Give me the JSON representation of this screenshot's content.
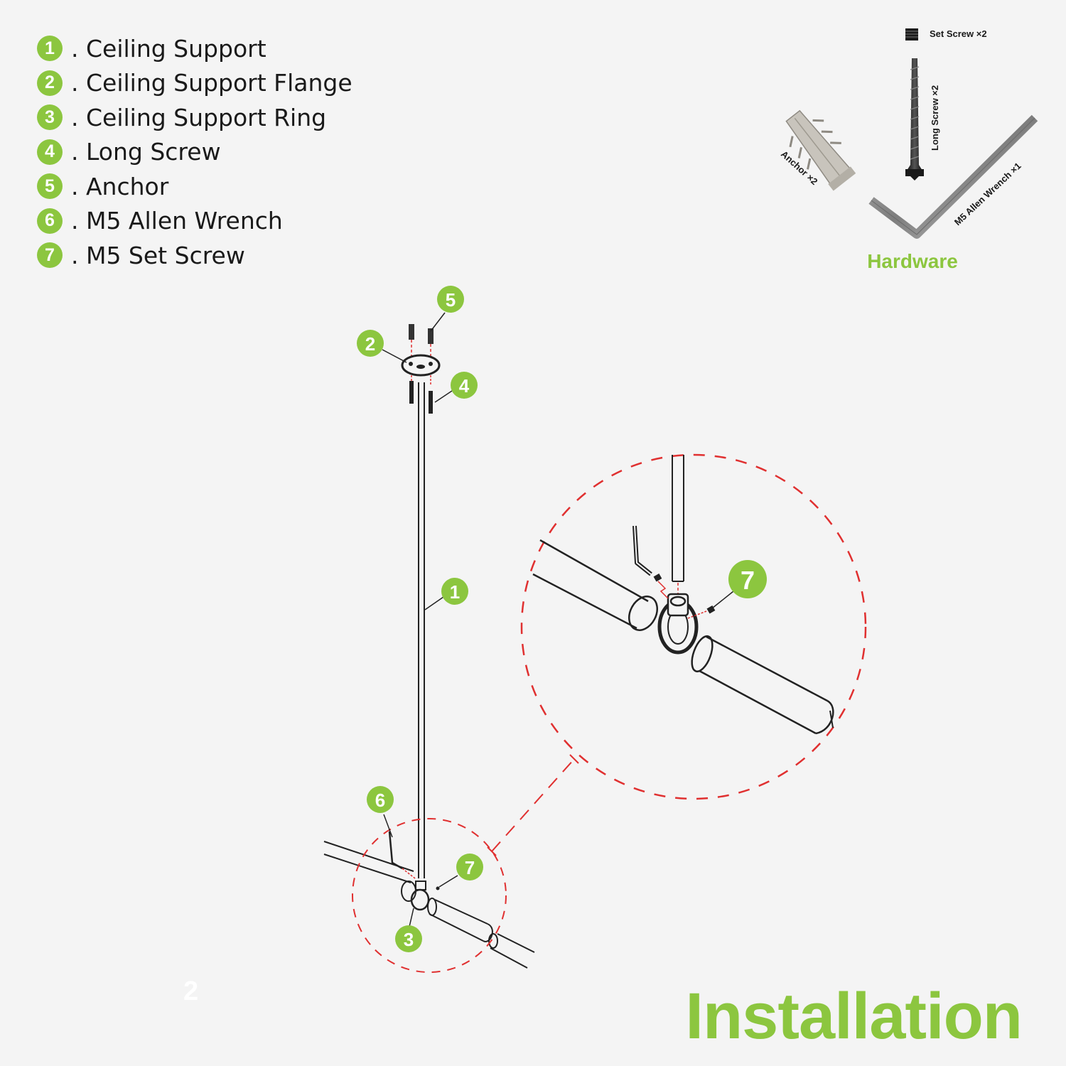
{
  "legend": {
    "items": [
      {
        "num": "1",
        "label": ". Ceiling Support"
      },
      {
        "num": "2",
        "label": ". Ceiling Support Flange"
      },
      {
        "num": "3",
        "label": ". Ceiling Support Ring"
      },
      {
        "num": "4",
        "label": ". Long Screw"
      },
      {
        "num": "5",
        "label": ". Anchor"
      },
      {
        "num": "6",
        "label": ". M5 Allen Wrench"
      },
      {
        "num": "7",
        "label": ". M5 Set Screw"
      }
    ]
  },
  "hardware": {
    "title": "Hardware",
    "set_screw": "Set Screw ×2",
    "long_screw": "Long Screw ×2",
    "anchor": "Anchor ×2",
    "allen_wrench": "M5 Allen Wrench ×1"
  },
  "callouts": {
    "c1": "1",
    "c2": "2",
    "c3": "3",
    "c4": "4",
    "c5": "5",
    "c6": "6",
    "c7": "7",
    "c7_zoom": "7"
  },
  "colors": {
    "accent_green": "#8cc63f",
    "dashed_red": "#e03030",
    "line_dark": "#222222",
    "background": "#f4f4f4"
  },
  "page_number": "2",
  "title": "Installation"
}
